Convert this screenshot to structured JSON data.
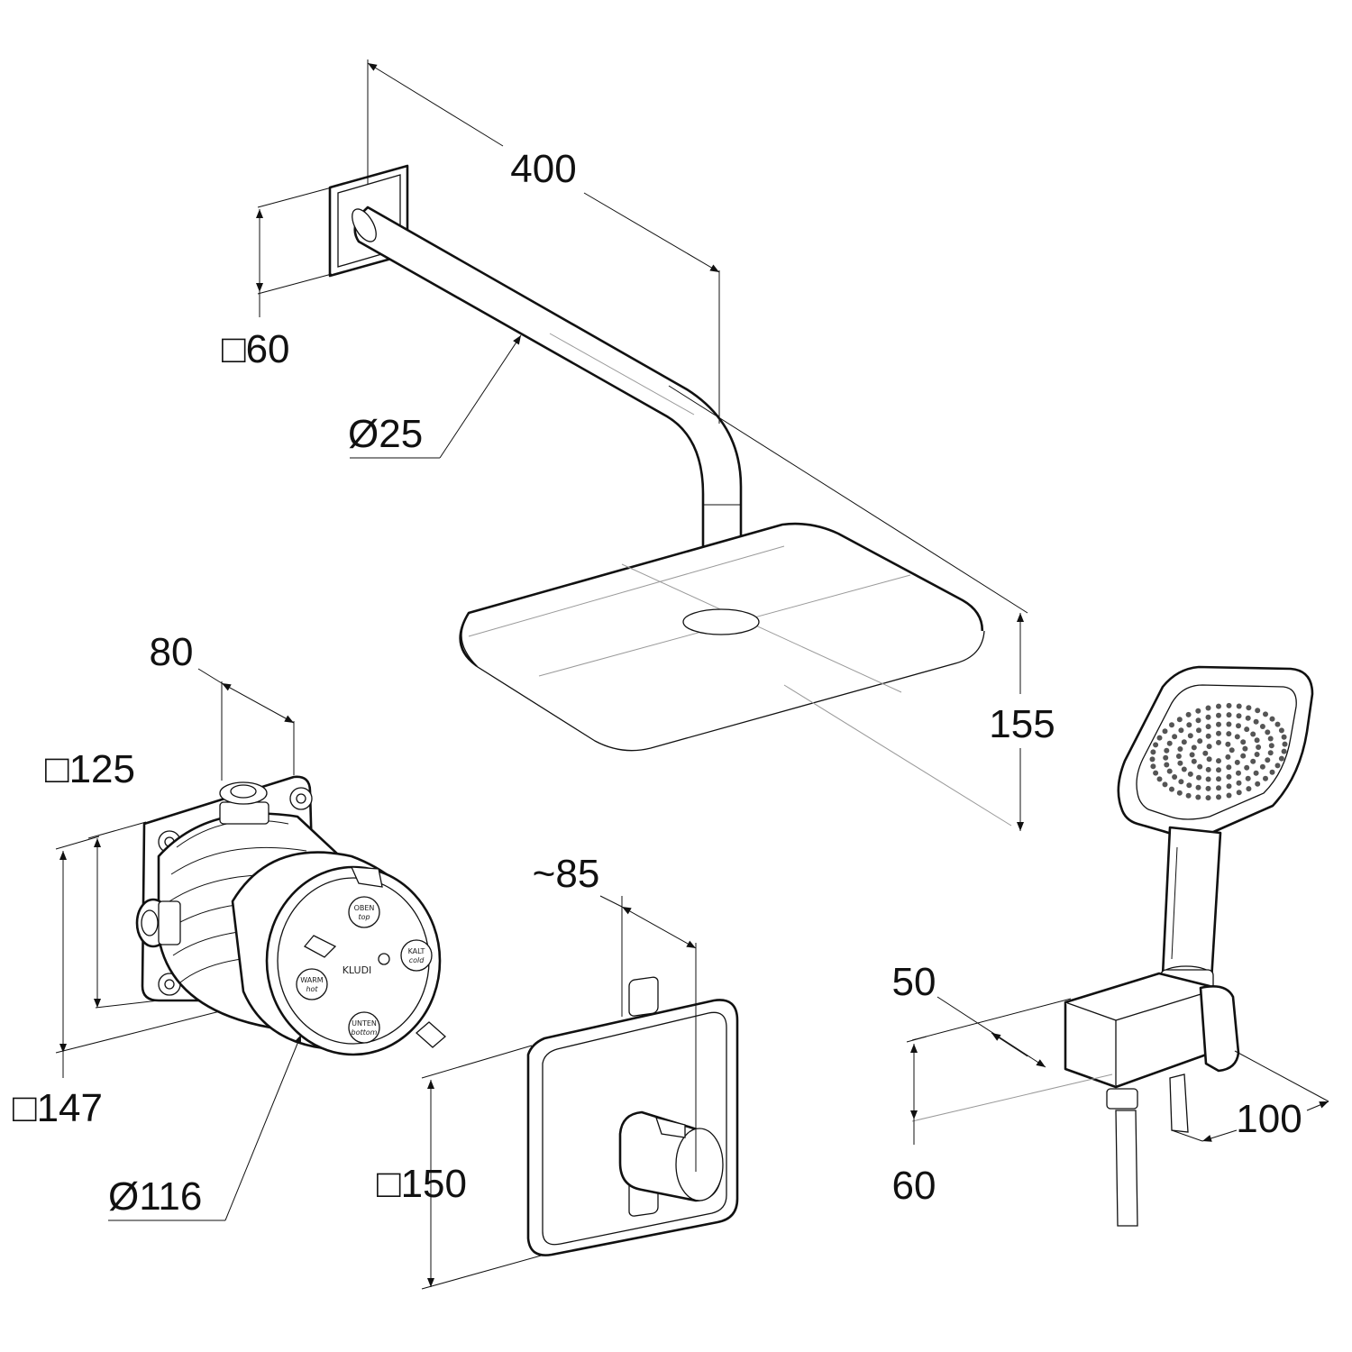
{
  "diagram": {
    "brand_label": "KLUDI",
    "overhead_shower": {
      "arm_length": "400",
      "arm_diameter": "Ø25",
      "wall_flange": "□60",
      "head_height": "155"
    },
    "concealed_body": {
      "depth": "80",
      "plate_inner": "□125",
      "plate_outer": "□147",
      "body_diameter": "Ø116",
      "labels": {
        "top_de": "OBEN",
        "top_en": "top",
        "cold_de": "KALT",
        "cold_en": "cold",
        "hot_de": "WARM",
        "hot_en": "hot",
        "bottom_de": "UNTEN",
        "bottom_en": "bottom"
      }
    },
    "thermostat_cover": {
      "projection": "~85",
      "plate_size": "□150"
    },
    "hand_shower_holder": {
      "depth": "50",
      "height": "60",
      "length": "100"
    }
  }
}
